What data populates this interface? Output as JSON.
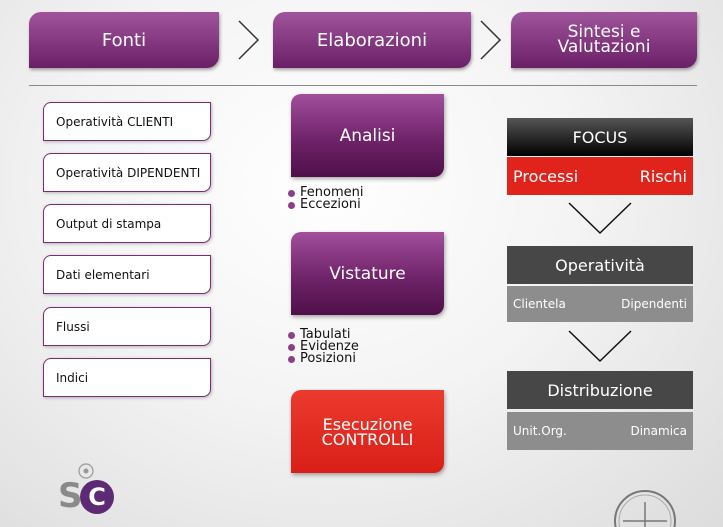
{
  "header": {
    "tabs": [
      {
        "label": "Fonti"
      },
      {
        "label": "Elaborazioni"
      },
      {
        "line1": "Sintesi e",
        "line2": "Valutazioni"
      }
    ]
  },
  "sources": [
    "Operatività CLIENTI",
    "Operatività DIPENDENTI",
    "Output di stampa",
    "Dati elementari",
    "Flussi",
    "Indici"
  ],
  "middle": {
    "analisi": {
      "label": "Analisi",
      "bullets": [
        "Fenomeni",
        "Eccezioni"
      ]
    },
    "vistature": {
      "label": "Vistature",
      "bullets": [
        "Tabulati",
        "Evidenze",
        "Posizioni"
      ]
    },
    "esecuzione": {
      "line1": "Esecuzione",
      "line2": "CONTROLLI"
    }
  },
  "right": {
    "focus": "FOCUS",
    "processi": "Processi",
    "rischi": "Rischi",
    "operativita": "Operatività",
    "clientela": "Clientela",
    "dipendenti": "Dipendenti",
    "distribuzione": "Distribuzione",
    "unit_org": "Unit.Org.",
    "dinamica": "Dinamica"
  },
  "logo": {
    "letter_s": "S",
    "letter_c": "C"
  },
  "colors": {
    "purple": "#6b1f66",
    "red": "#e0231b",
    "dark": "#474747",
    "grey": "#8d8d8d"
  }
}
